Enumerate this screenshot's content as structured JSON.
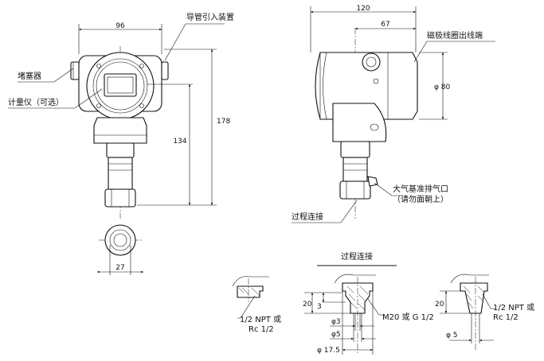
{
  "labels": {
    "conduit_entry": "导管引入装置",
    "plug": "堵塞器",
    "meter": "计量仪（可选）",
    "coil_terminal": "磁极线圈出线端",
    "vent_line1": "大气基准排气口",
    "vent_line2": "（请勿面朝上）",
    "process_conn_side": "过程连接",
    "process_conn_title": "过程连接",
    "thread_left_1": "1/2 NPT 或",
    "thread_left_2": "Rc 1/2",
    "thread_mid": "M20 或 G 1/2",
    "thread_right_1": "1/2 NPT 或",
    "thread_right_2": "Rc 1/2"
  },
  "dimensions": {
    "front_width": "96",
    "front_total_height": "178",
    "front_lower_height": "134",
    "bottom_width": "27",
    "side_depth": "120",
    "side_half_depth": "67",
    "side_diameter": "φ 80",
    "conn_mid_height": "20",
    "conn_mid_thread": "3",
    "conn_mid_d3": "φ3",
    "conn_mid_d5": "φ5",
    "conn_mid_d175": "φ 17.5",
    "conn_right_height": "20",
    "conn_right_d5": "φ 5"
  }
}
